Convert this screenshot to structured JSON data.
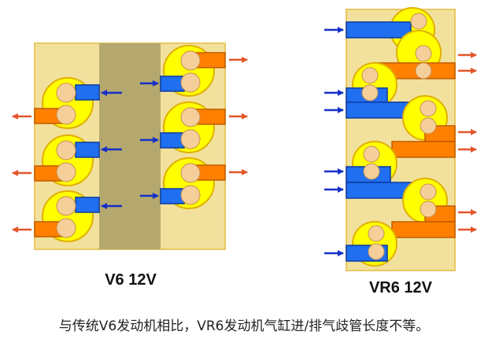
{
  "diagrams": [
    {
      "id": "v6",
      "label": "V6 12V"
    },
    {
      "id": "vr6",
      "label": "VR6 12V"
    }
  ],
  "caption": "与传统V6发动机相比，VR6发动机气缸进/排气歧管长度不等。",
  "colors": {
    "block": "#f2e19c",
    "block_border": "#e8c860",
    "valley": "#b5a86e",
    "cylinder": "#ffff00",
    "cylinder_ring": "#e0b000",
    "valve": "#f5cf9a",
    "intake_port": "#1f6ff0",
    "exhaust_port": "#ff8000",
    "intake_arrow": "#1530c8",
    "exhaust_arrow": "#e2562a"
  },
  "icons": [
    "intake-arrow-icon",
    "exhaust-arrow-icon"
  ]
}
